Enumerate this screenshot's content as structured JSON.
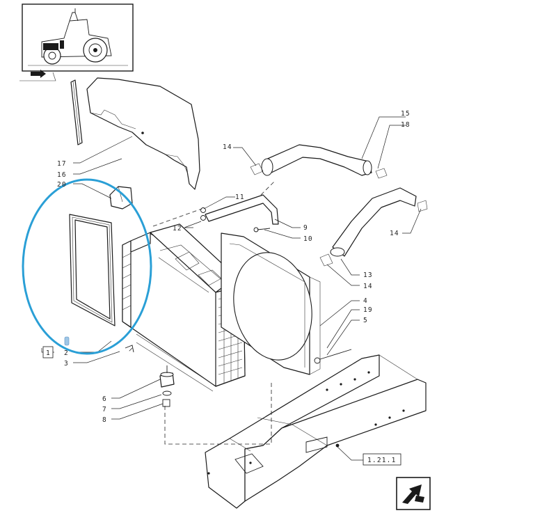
{
  "diagram": {
    "callouts": {
      "c15": "15",
      "c18": "18",
      "c14a": "14",
      "c14b": "14",
      "c14c": "14",
      "c11": "11",
      "c12": "12",
      "c9": "9",
      "c10": "10",
      "c17": "17",
      "c16": "16",
      "c20": "20",
      "c13": "13",
      "c4": "4",
      "c19": "19",
      "c5": "5",
      "c1": "1",
      "c2": "2",
      "c3": "3",
      "c6": "6",
      "c7": "7",
      "c8": "8",
      "ref": "1.21.1"
    },
    "highlight_color": "#2a9fd6",
    "line_color": "#1a1a1a",
    "icons": [
      "tractor-location-icon",
      "nav-arrow-icon",
      "next-page-arrow-icon"
    ]
  }
}
